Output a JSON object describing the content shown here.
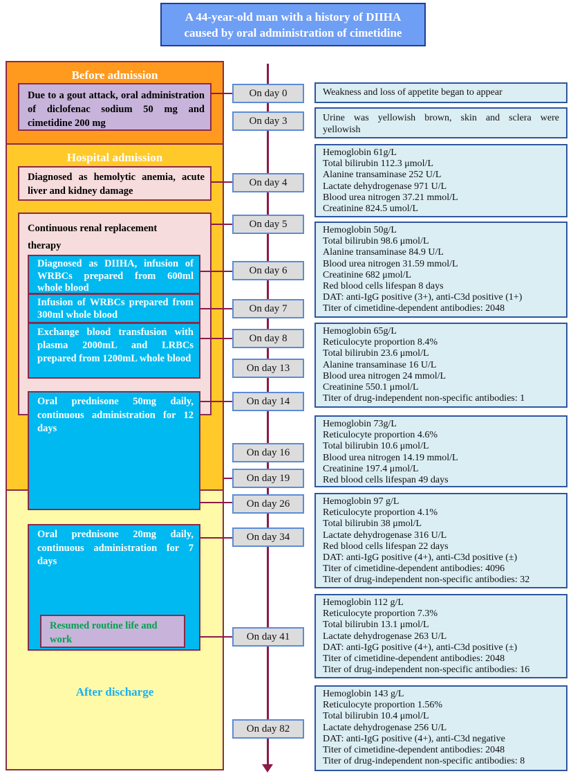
{
  "title": {
    "line1": "A 44-year-old man with a history of DIIHA",
    "line2": "caused by oral administration of cimetidine"
  },
  "phases": {
    "before": "Before admission",
    "hospital": "Hospital admission",
    "after": "After discharge"
  },
  "left_boxes": {
    "gout": "Due to a gout attack, oral administration of diclofenac sodium 50 mg and cimetidine 200 mg",
    "diagnosed": "Diagnosed as hemolytic anemia, acute liver and kidney damage",
    "crrt": "Continuous renal replacement therapy",
    "diiha": "Diagnosed as DIIHA, infusion of WRBCs prepared from 600ml whole blood",
    "wrbc300": "Infusion of WRBCs prepared from 300ml whole blood",
    "exchange": "Exchange blood transfusion with plasma 2000mL and LRBCs prepared from 1200mL whole blood",
    "pred50": "Oral prednisone 50mg daily, continuous administration for 12 days",
    "pred20": "Oral prednisone 20mg daily, continuous administration for 7 days",
    "resumed": "Resumed routine life and work"
  },
  "days": [
    "On day 0",
    "On day 3",
    "On day 4",
    "On day 5",
    "On day 6",
    "On day 7",
    "On day 8",
    "On day 13",
    "On day 14",
    "On day 16",
    "On day 19",
    "On day 26",
    "On day 34",
    "On day 41",
    "On day 82"
  ],
  "info": {
    "day0": [
      "Weakness and loss of appetite began to appear"
    ],
    "day3": [
      "Urine was yellowish brown, skin and sclera were",
      "yellowish"
    ],
    "day4": [
      "Hemoglobin 61g/L",
      "Total bilirubin 112.3 μmol/L",
      "Alanine transaminase 252 U/L",
      "Lactate dehydrogenase 971 U/L",
      "Blood urea nitrogen 37.21 mmol/L",
      "Creatinine 824.5 umol/L"
    ],
    "day6": [
      "Hemoglobin 50g/L",
      "Total bilirubin 98.6 μmol/L",
      "Alanine transaminase 84.9 U/L",
      "Blood urea nitrogen 31.59 mmol/L",
      "Creatinine 682 μmol/L",
      "Red blood cells lifespan 8 days",
      "DAT: anti-IgG positive (3+), anti-C3d positive (1+)",
      "Titer of cimetidine-dependent antibodies: 2048"
    ],
    "day8": [
      "Hemoglobin 65g/L",
      "Reticulocyte proportion 8.4%",
      "Total bilirubin 23.6 μmol/L",
      "Alanine transaminase 16 U/L",
      "Blood urea nitrogen 24 mmol/L",
      "Creatinine 550.1 μmol/L",
      "Titer of drug-independent non-specific antibodies: 1"
    ],
    "day16": [
      "Hemoglobin 73g/L",
      "Reticulocyte proportion 4.6%",
      "Total bilirubin 10.6 μmol/L",
      "Blood urea nitrogen 14.19 mmol/L",
      "Creatinine 197.4 μmol/L",
      "Red blood cells lifespan 49 days"
    ],
    "day34": [
      "Hemoglobin 97 g/L",
      "Reticulocyte proportion 4.1%",
      "Total bilirubin 38 μmol/L",
      "Lactate dehydrogenase 316 U/L",
      "Red blood cells lifespan 22 days",
      "DAT: anti-IgG positive (4+), anti-C3d positive (±)",
      "Titer of cimetidine-dependent antibodies: 4096",
      "Titer of drug-independent non-specific antibodies: 32"
    ],
    "day41": [
      "Hemoglobin 112 g/L",
      "Reticulocyte proportion 7.3%",
      "Total bilirubin 13.1 μmol/L",
      "Lactate dehydrogenase 263 U/L",
      "DAT: anti-IgG positive (4+), anti-C3d positive (±)",
      "Titer of cimetidine-dependent antibodies: 2048",
      "Titer of drug-independent non-specific antibodies: 16"
    ],
    "day82": [
      "Hemoglobin 143 g/L",
      "Reticulocyte proportion 1.56%",
      "Total bilirubin 10.4 μmol/L",
      "Lactate dehydrogenase 256 U/L",
      "DAT: anti-IgG positive (4+), anti-C3d negative",
      "Titer of cimetidine-dependent antibodies: 2048",
      "Titer of drug-independent non-specific antibodies: 8"
    ]
  },
  "colors": {
    "before_bg": "#ff9a1f",
    "hospital_bg": "#ffc92a",
    "after_bg": "#fffaa8",
    "box_lavender": "#c8b4da",
    "box_pink": "#f6dcdc",
    "box_blue": "#00b9f0",
    "info_bg": "#dbeef4",
    "day_bg": "#dcdcdc",
    "timeline": "#8b1a4a",
    "resumed_text": "#00a050",
    "after_text": "#1ab0f0"
  }
}
